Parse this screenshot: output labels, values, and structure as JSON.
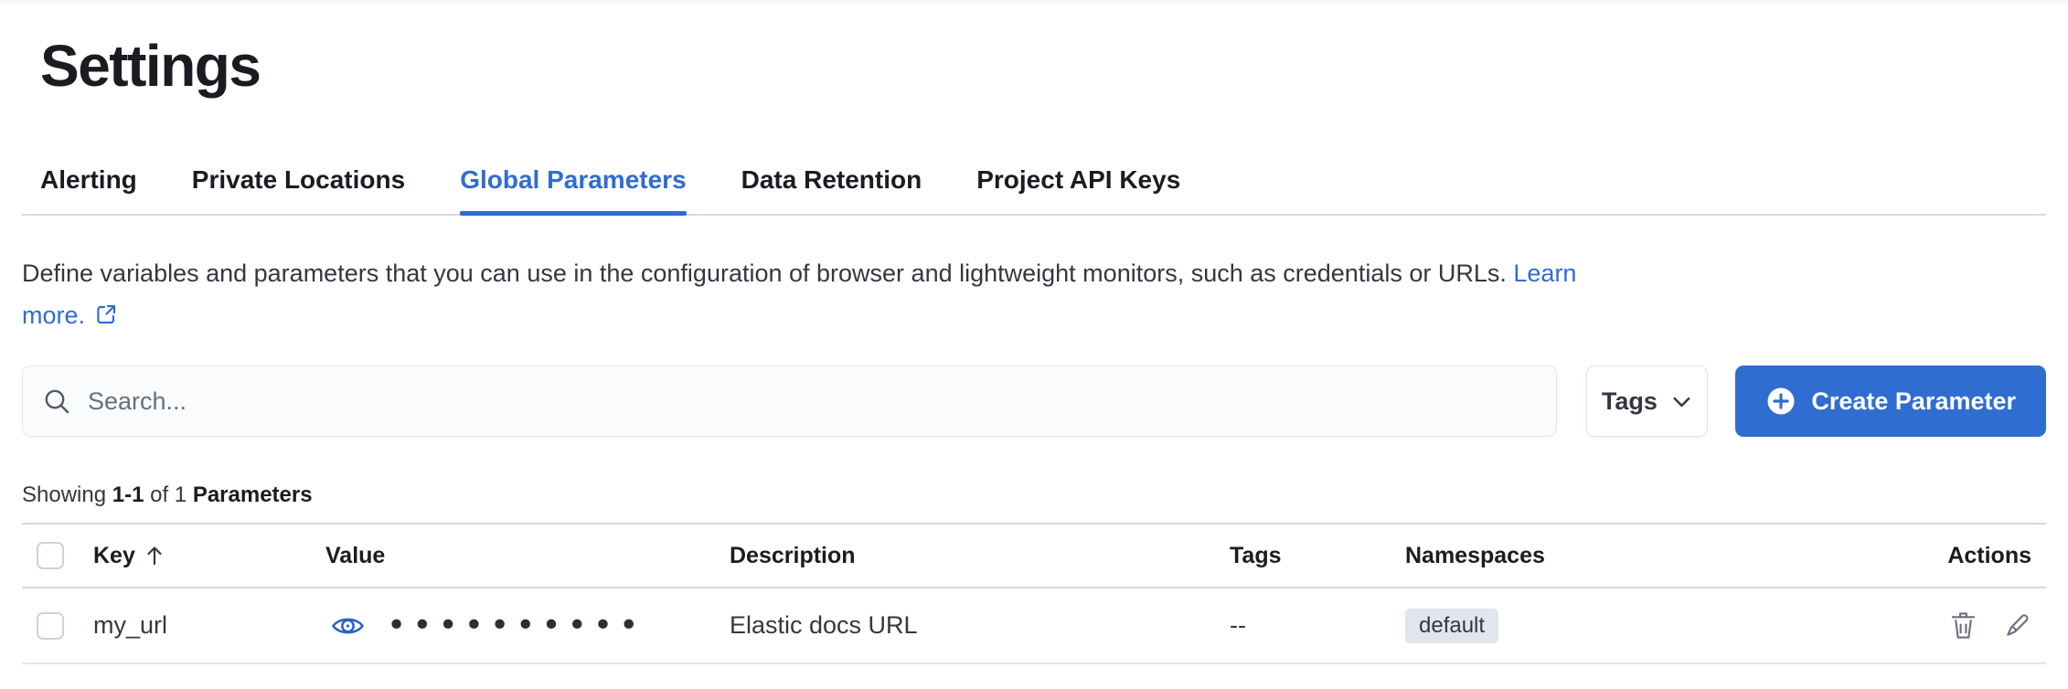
{
  "page": {
    "title": "Settings"
  },
  "tabs": [
    {
      "label": "Alerting",
      "active": false
    },
    {
      "label": "Private Locations",
      "active": false
    },
    {
      "label": "Global Parameters",
      "active": true
    },
    {
      "label": "Data Retention",
      "active": false
    },
    {
      "label": "Project API Keys",
      "active": false
    }
  ],
  "description": {
    "text": "Define variables and parameters that you can use in the configuration of browser and lightweight monitors, such as credentials or URLs.",
    "link_word1": "Learn",
    "link_word2": "more."
  },
  "toolbar": {
    "search_placeholder": "Search...",
    "search_value": "",
    "tags_label": "Tags",
    "create_label": "Create Parameter"
  },
  "summary": {
    "prefix": "Showing",
    "range": "1-1",
    "of_word": "of",
    "count": "1",
    "entity": "Parameters"
  },
  "table": {
    "columns": [
      "Key",
      "Value",
      "Description",
      "Tags",
      "Namespaces",
      "Actions"
    ],
    "sort": {
      "column": "Key",
      "direction": "ascending"
    },
    "rows": [
      {
        "key": "my_url",
        "value_masked": "••••••••••",
        "description": "Elastic docs URL",
        "tags": "--",
        "namespace": "default"
      }
    ]
  },
  "colors": {
    "primary": "#2f6dd1",
    "text_dark": "#1a1c21",
    "text_body": "#343741",
    "muted": "#69707d",
    "divider": "#d3dae6",
    "badge_bg": "#e0e5ee",
    "icon_gray": "#69707d"
  }
}
